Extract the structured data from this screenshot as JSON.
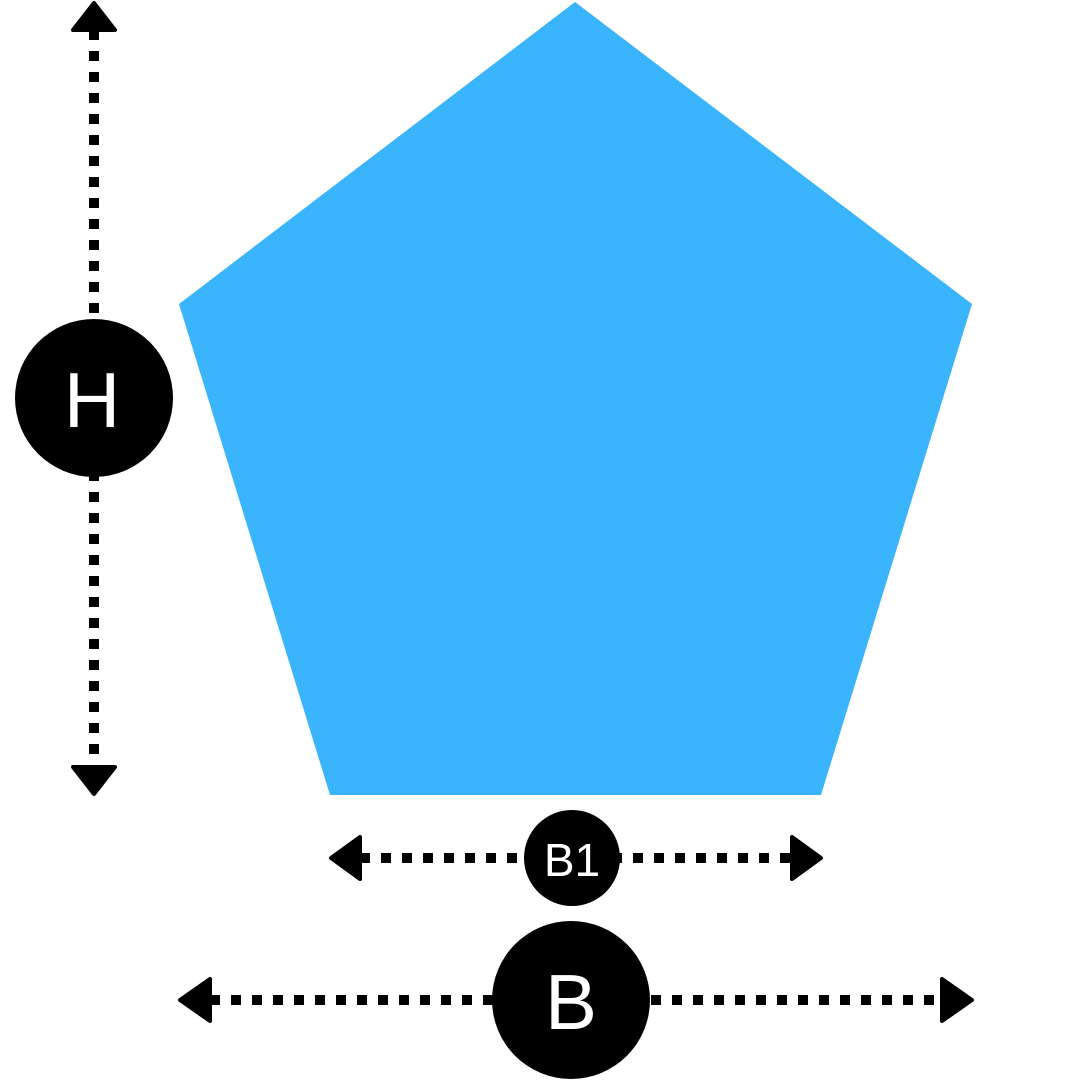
{
  "shape": {
    "name": "pentagon",
    "fill_color": "#3AB4FC"
  },
  "colors": {
    "background": "#FFFFFF",
    "annotation": "#000000",
    "label_text": "#FFFFFF"
  },
  "labels": {
    "height": "H",
    "base_top": "B1",
    "base_bottom": "B"
  }
}
